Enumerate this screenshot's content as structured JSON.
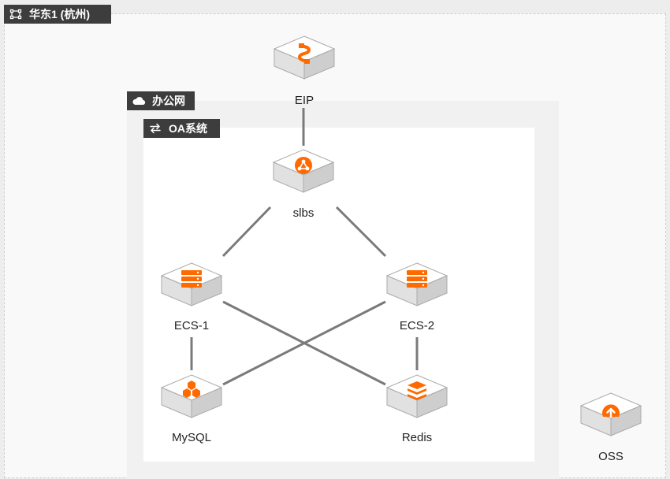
{
  "groups": {
    "region": {
      "label": "华东1 (杭州)",
      "icon": "region-icon"
    },
    "vpc": {
      "label": "办公网",
      "icon": "cloud-icon"
    },
    "app": {
      "label": "OA系统",
      "icon": "exchange-arrows-icon"
    }
  },
  "nodes": {
    "eip": {
      "label": "EIP",
      "icon": "eip-plug-icon"
    },
    "slbs": {
      "label": "slbs",
      "icon": "load-balancer-icon"
    },
    "ecs1": {
      "label": "ECS-1",
      "icon": "server-icon"
    },
    "ecs2": {
      "label": "ECS-2",
      "icon": "server-icon"
    },
    "mysql": {
      "label": "MySQL",
      "icon": "mysql-hexagon-icon"
    },
    "redis": {
      "label": "Redis",
      "icon": "redis-stack-icon"
    },
    "oss": {
      "label": "OSS",
      "icon": "oss-upload-icon"
    }
  },
  "edges": [
    [
      "eip",
      "slbs"
    ],
    [
      "slbs",
      "ecs1"
    ],
    [
      "slbs",
      "ecs2"
    ],
    [
      "ecs1",
      "mysql"
    ],
    [
      "ecs1",
      "redis"
    ],
    [
      "ecs2",
      "mysql"
    ],
    [
      "ecs2",
      "redis"
    ]
  ],
  "colors": {
    "accent": "#ff6a00",
    "tag_bg": "#3d3d3d",
    "edge": "#7a7a7a"
  }
}
